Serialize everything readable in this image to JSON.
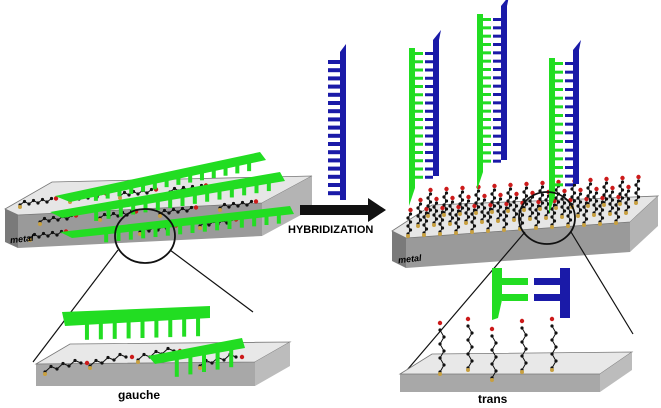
{
  "labels": {
    "metal_left": "metal",
    "metal_right": "metal",
    "arrow_label": "HYBRIDIZATION",
    "gauche": "gauche",
    "trans": "trans"
  },
  "colors": {
    "probe_strand": "#22dd22",
    "target_strand": "#1a1aa8",
    "metal_top": "#e4e4e4",
    "metal_side": "#9a9a9a",
    "linker_chain": "#111111",
    "linker_oxygen": "#cc1a1a",
    "anchor": "#c8a040",
    "arrow": "#111111"
  }
}
